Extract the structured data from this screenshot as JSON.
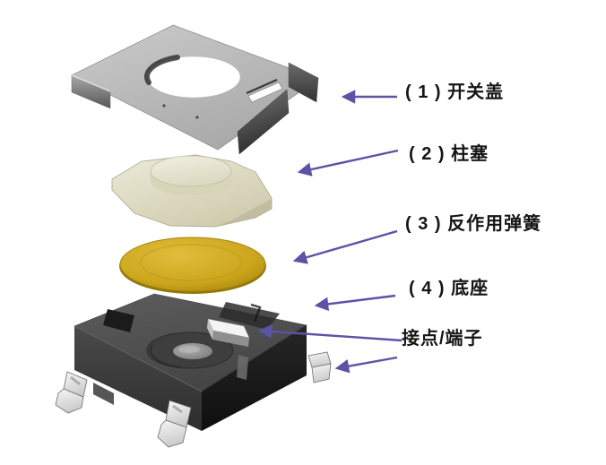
{
  "diagram": {
    "type": "exploded-view-diagram",
    "labels": [
      {
        "text": "( 1 ) 开关盖"
      },
      {
        "text": "( 2 ) 柱塞"
      },
      {
        "text": "( 3 ) 反作用弹簧"
      },
      {
        "text": "( 4 ) 底座"
      },
      {
        "text": "接点/端子"
      }
    ],
    "colors": {
      "background": "#ffffff",
      "label_text": "#151515",
      "arrow": "#5b53a6",
      "cover_gray": "#bcbcbc",
      "plunger_cream": "#e4e1c8",
      "spring_gold": "#c7a01c",
      "base_gray": "#4a4a4a",
      "base_side_dark": "#1a1a1a",
      "terminal_silver": "#ededed",
      "contact_white": "#f4f4f4"
    }
  }
}
